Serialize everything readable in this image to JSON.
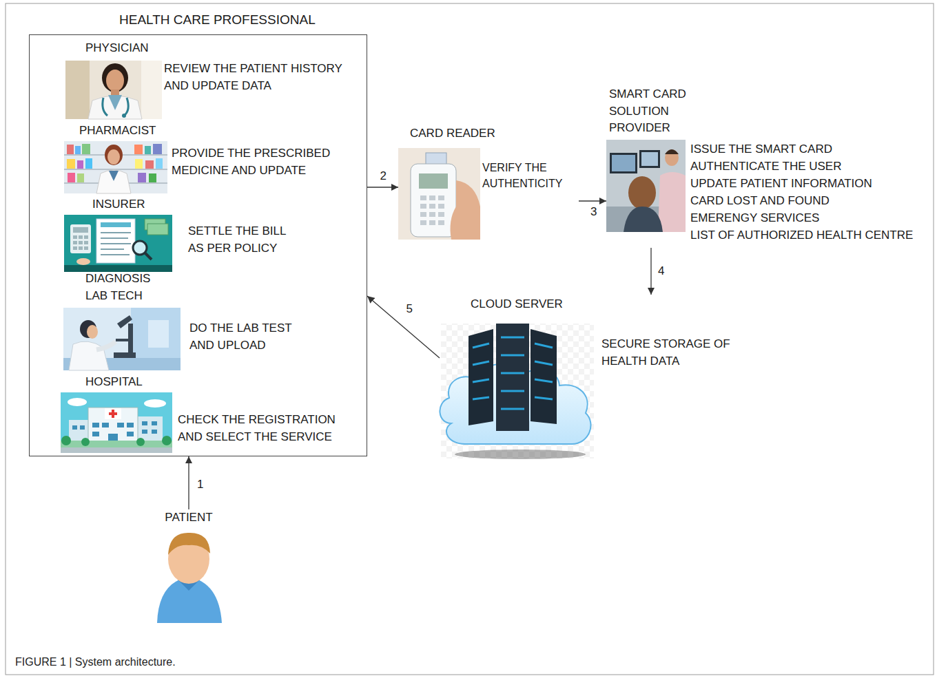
{
  "diagram": {
    "caption": "FIGURE 1 | System architecture.",
    "nodes": [
      {
        "text": [
          "HEALTH CARE PROFESSIONAL"
        ]
      },
      {
        "text": [
          "PHYSICIAN",
          "REVIEW THE PATIENT HISTORY AND UPDATE DATA"
        ],
        "in": 0
      },
      {
        "text": [
          "PHARMACIST",
          "PROVIDE THE PRESCRIBED MEDICINE AND UPDATE"
        ],
        "in": 0
      },
      {
        "text": [
          "INSURER",
          "SETTLE THE BILL AS PER POLICY"
        ],
        "in": 0
      },
      {
        "text": [
          "DIAGNOSIS LAB TECH",
          "DO THE LAB TEST AND UPLOAD"
        ],
        "in": 0
      },
      {
        "text": [
          "HOSPITAL",
          "CHECK THE REGISTRATION AND SELECT THE SERVICE"
        ],
        "in": 0
      },
      {
        "text": [
          "CARD READER",
          "VERIFY THE AUTHENTICITY"
        ]
      },
      {
        "text": [
          "SMART CARD SOLUTION PROVIDER",
          "ISSUE THE SMART CARD",
          "AUTHENTICATE THE USER",
          "UPDATE PATIENT INFORMATION",
          "CARD LOST AND FOUND",
          "EMERENGY SERVICES",
          "LIST OF AUTHORIZED HEALTH CENTRE"
        ]
      },
      {
        "text": [
          "CLOUD SERVER",
          "SECURE STORAGE OF HEALTH DATA"
        ]
      },
      {
        "text": [
          "PATIENT"
        ]
      }
    ],
    "edges": [
      {
        "from": 9,
        "to": 0,
        "arrow": "to",
        "label": "1"
      },
      {
        "from": 0,
        "to": 6,
        "arrow": "to",
        "label": "2"
      },
      {
        "from": 6,
        "to": 7,
        "arrow": "to",
        "label": "3"
      },
      {
        "from": 7,
        "to": 8,
        "arrow": "to",
        "label": "4"
      },
      {
        "from": 8,
        "to": 0,
        "arrow": "to",
        "label": "5"
      }
    ]
  }
}
